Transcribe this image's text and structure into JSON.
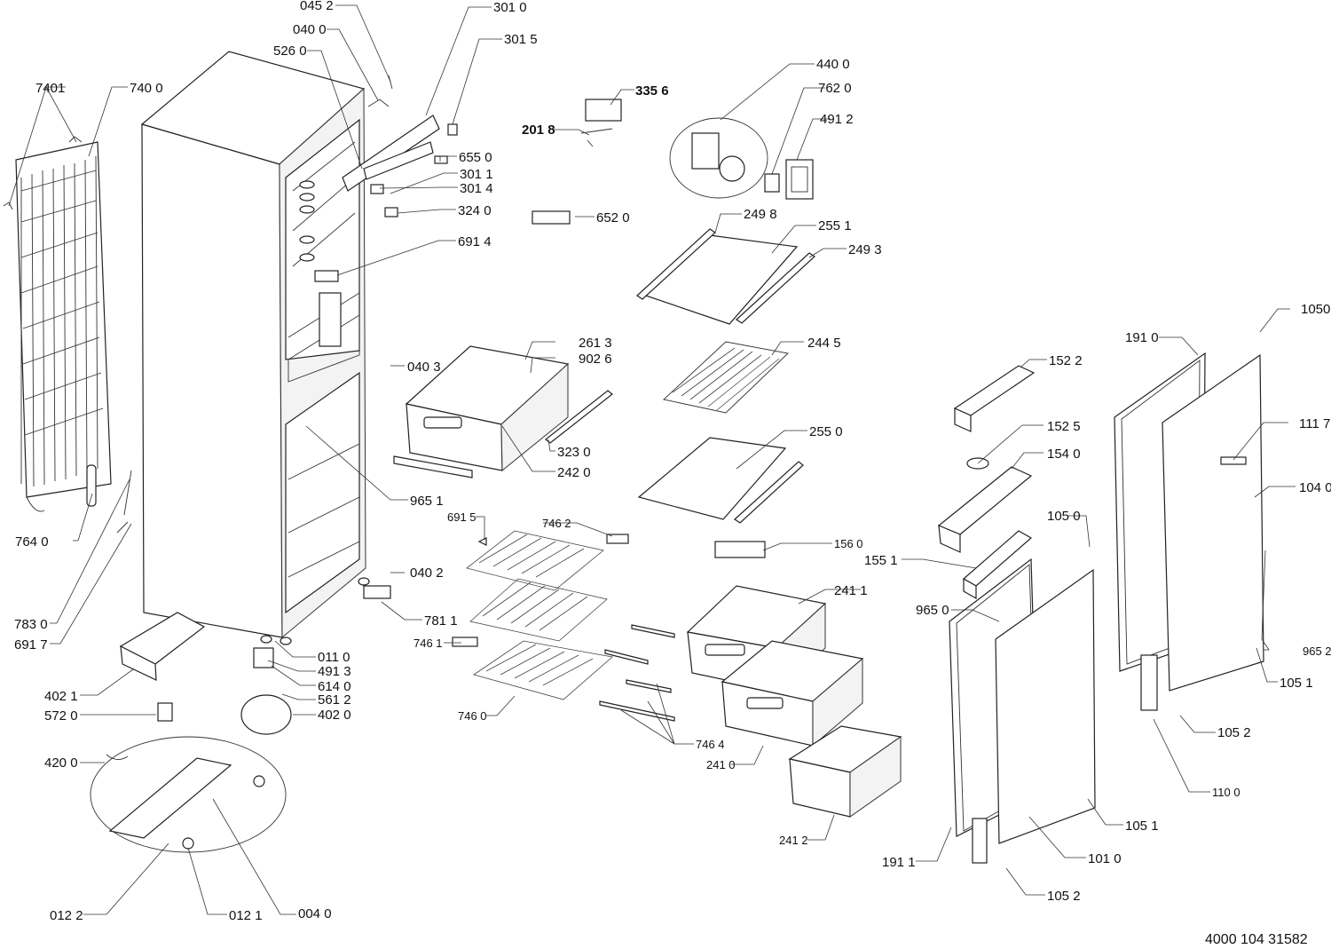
{
  "document_number": "4000 104 31582",
  "callouts": {
    "c_0452": "045 2",
    "c_0400": "040 0",
    "c_5260": "526 0",
    "c_3010": "301 0",
    "c_3015": "301 5",
    "c_3356": "335 6",
    "c_2018": "201 8",
    "c_4400": "440 0",
    "c_7620": "762 0",
    "c_4912": "491 2",
    "c_7401": "7401",
    "c_7400": "740 0",
    "c_6550": "655 0",
    "c_3011": "301 1",
    "c_3014": "301 4",
    "c_3240": "324 0",
    "c_6520": "652 0",
    "c_2498": "249 8",
    "c_2551": "255 1",
    "c_2493": "249 3",
    "c_6914": "691 4",
    "c_1050": "1050",
    "c_1910": "191 0",
    "c_2613": "261 3",
    "c_9026": "902 6",
    "c_0403": "040 3",
    "c_2445": "244 5",
    "c_1522": "152 2",
    "c_1117": "111 7",
    "c_1525": "152 5",
    "c_3230": "323 0",
    "c_2550": "255 0",
    "c_1540": "154 0",
    "c_2420": "242 0",
    "c_1040": "104 0",
    "c_9651": "965 1",
    "c_6915": "691 5",
    "c_7462": "746 2",
    "c_1050b": "105 0",
    "c_7640": "764 0",
    "c_1560": "156 0",
    "c_1551": "155 1",
    "c_0402": "040 2",
    "c_2411": "241 1",
    "c_9650": "965 0",
    "c_7811": "781 1",
    "c_7830": "783 0",
    "c_7461": "746 1",
    "c_6917": "691 7",
    "c_9652": "965 2",
    "c_0110": "011 0",
    "c_4913": "491 3",
    "c_1051": "105 1",
    "c_6140": "614 0",
    "c_4021": "402 1",
    "c_5612": "561 2",
    "c_7460": "746 0",
    "c_1052": "105 2",
    "c_5720": "572 0",
    "c_4020": "402 0",
    "c_7464": "746 4",
    "c_4200": "420 0",
    "c_2410": "241 0",
    "c_1100": "110 0",
    "c_1051b": "105 1",
    "c_2412": "241 2",
    "c_1911": "191 1",
    "c_1010": "101 0",
    "c_1052b": "105 2",
    "c_0122": "012 2",
    "c_0121": "012 1",
    "c_0040": "004 0"
  }
}
